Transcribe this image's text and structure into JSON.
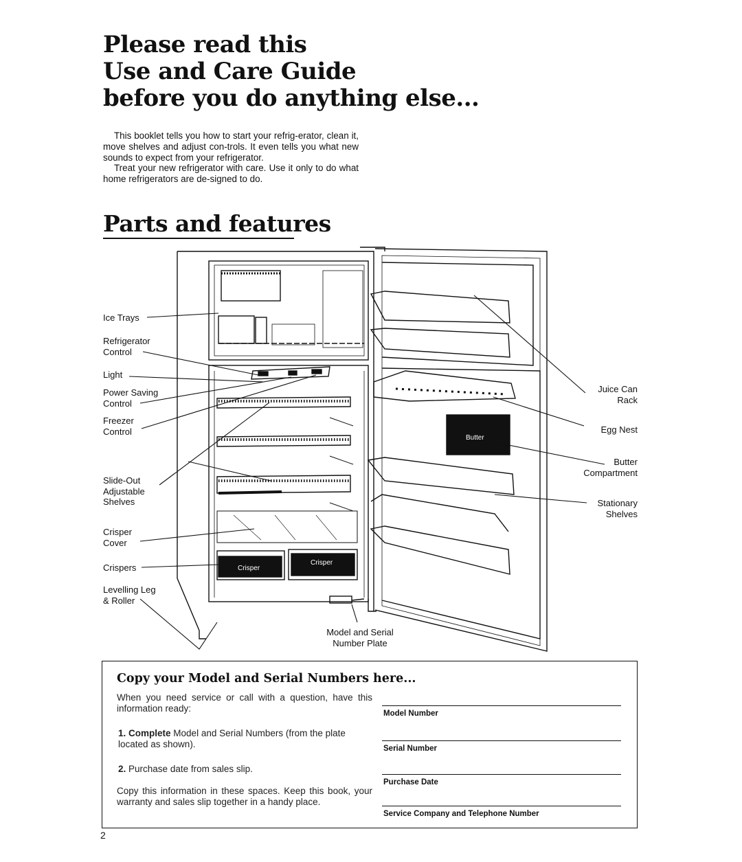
{
  "title": {
    "line1": "Please read this",
    "line2": "Use and Care Guide",
    "line3": "before you do anything else..."
  },
  "intro": {
    "paragraph1": "This booklet tells you how to start your refrig-erator, clean it, move shelves and adjust con-trols. It even tells you what new sounds to expect from your refrigerator.",
    "paragraph2": "Treat your new refrigerator with care. Use it only to do what home refrigerators are de-signed to do."
  },
  "parts": {
    "heading": "Parts and features",
    "labels_left": {
      "ice_trays": "Ice Trays",
      "refrigerator_control": "Refrigerator\nControl",
      "light": "Light",
      "power_saving_control": "Power Saving\nControl",
      "freezer_control": "Freezer\nControl",
      "slide_out_shelves": "Slide-Out\nAdjustable\nShelves",
      "crisper_cover": "Crisper\nCover",
      "crispers": "Crispers",
      "levelling_leg": "Levelling Leg\n& Roller"
    },
    "labels_right": {
      "juice_can_rack": "Juice Can\nRack",
      "egg_nest": "Egg Nest",
      "butter_compartment": "Butter\nCompartment",
      "stationary_shelves": "Stationary\nShelves"
    },
    "model_plate": "Model and Serial\nNumber Plate",
    "drawing_text": {
      "crisper_left": "Crisper",
      "crisper_right": "Crisper",
      "butter": "Butter"
    }
  },
  "copy_box": {
    "heading": "Copy your Model and Serial Numbers here...",
    "intro": "When you need service or call with a question, have this information ready:",
    "step1_num": "1.",
    "step1_bold": "Complete",
    "step1_text": " Model and Serial Numbers (from the plate located as shown).",
    "step2_num": "2.",
    "step2_text": "Purchase date from sales slip.",
    "closing": "Copy this information in these spaces. Keep this book, your warranty and sales slip together in a handy place.",
    "fields": [
      "Model Number",
      "Serial Number",
      "Purchase Date",
      "Service Company and Telephone Number"
    ]
  },
  "page_number": "2"
}
